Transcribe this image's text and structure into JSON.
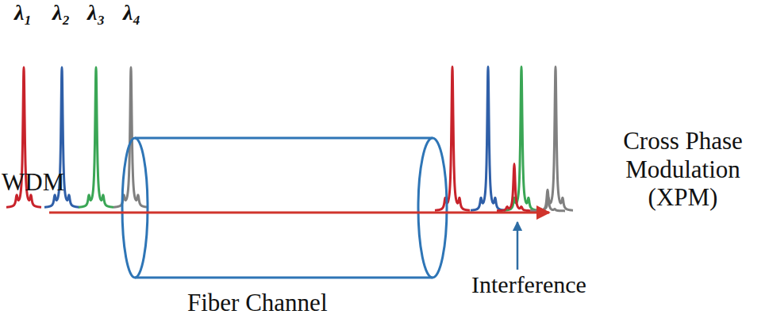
{
  "diagram": {
    "labels": [
      "λ₁",
      "λ₂",
      "λ₃",
      "λ₄",
      "WDM",
      "Fiber Channel",
      "Interference",
      "Cross Phase Modulation (XPM)"
    ]
  }
}
